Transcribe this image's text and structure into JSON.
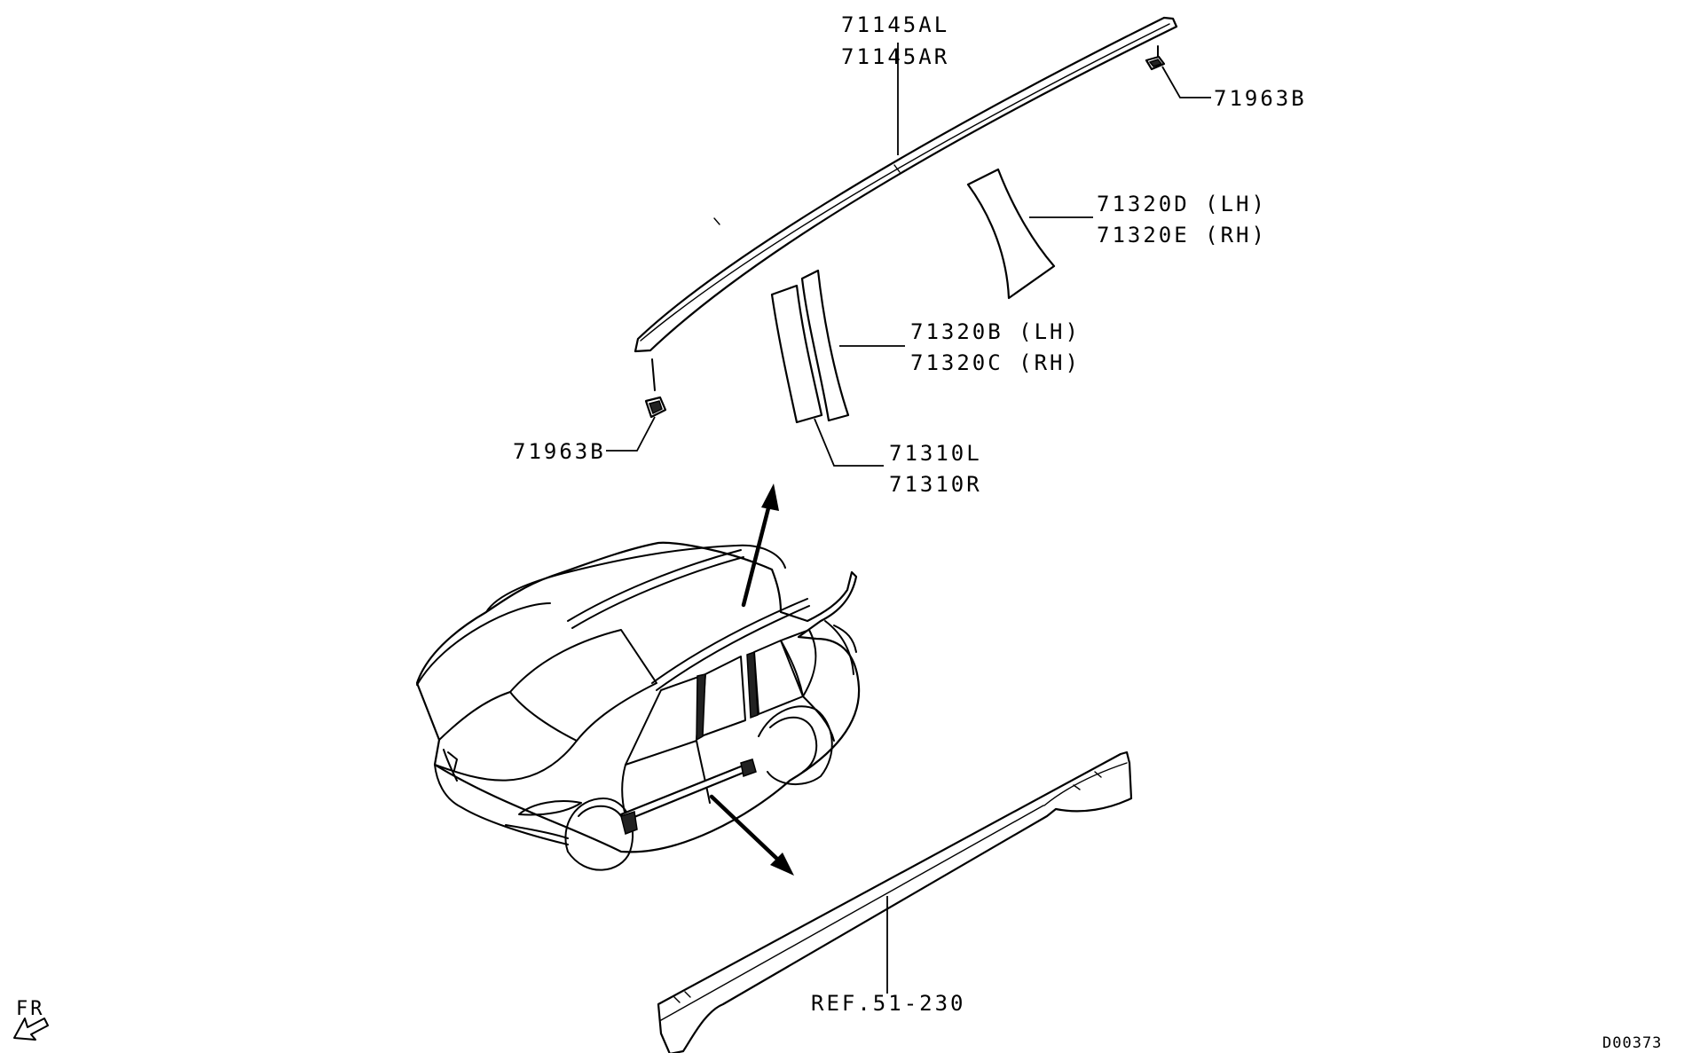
{
  "callouts": {
    "roof_rail_lh": "71145AL",
    "roof_rail_rh": "71145AR",
    "clip_rear": "71963B",
    "clip_front": "71963B",
    "c_pillar_lh": "71320D (LH)",
    "c_pillar_rh": "71320E (RH)",
    "b_pillar_lh": "71320B (LH)",
    "b_pillar_rh": "71320C (RH)",
    "pillar_l": "71310L",
    "pillar_r": "71310R",
    "side_sill_ref": "REF.51-230"
  },
  "orientation": {
    "label": "FR",
    "icon": "front-direction-arrow-icon"
  },
  "diagram_code": "D00373",
  "colors": {
    "line": "#000000",
    "background": "#ffffff",
    "fill": "#222222"
  }
}
